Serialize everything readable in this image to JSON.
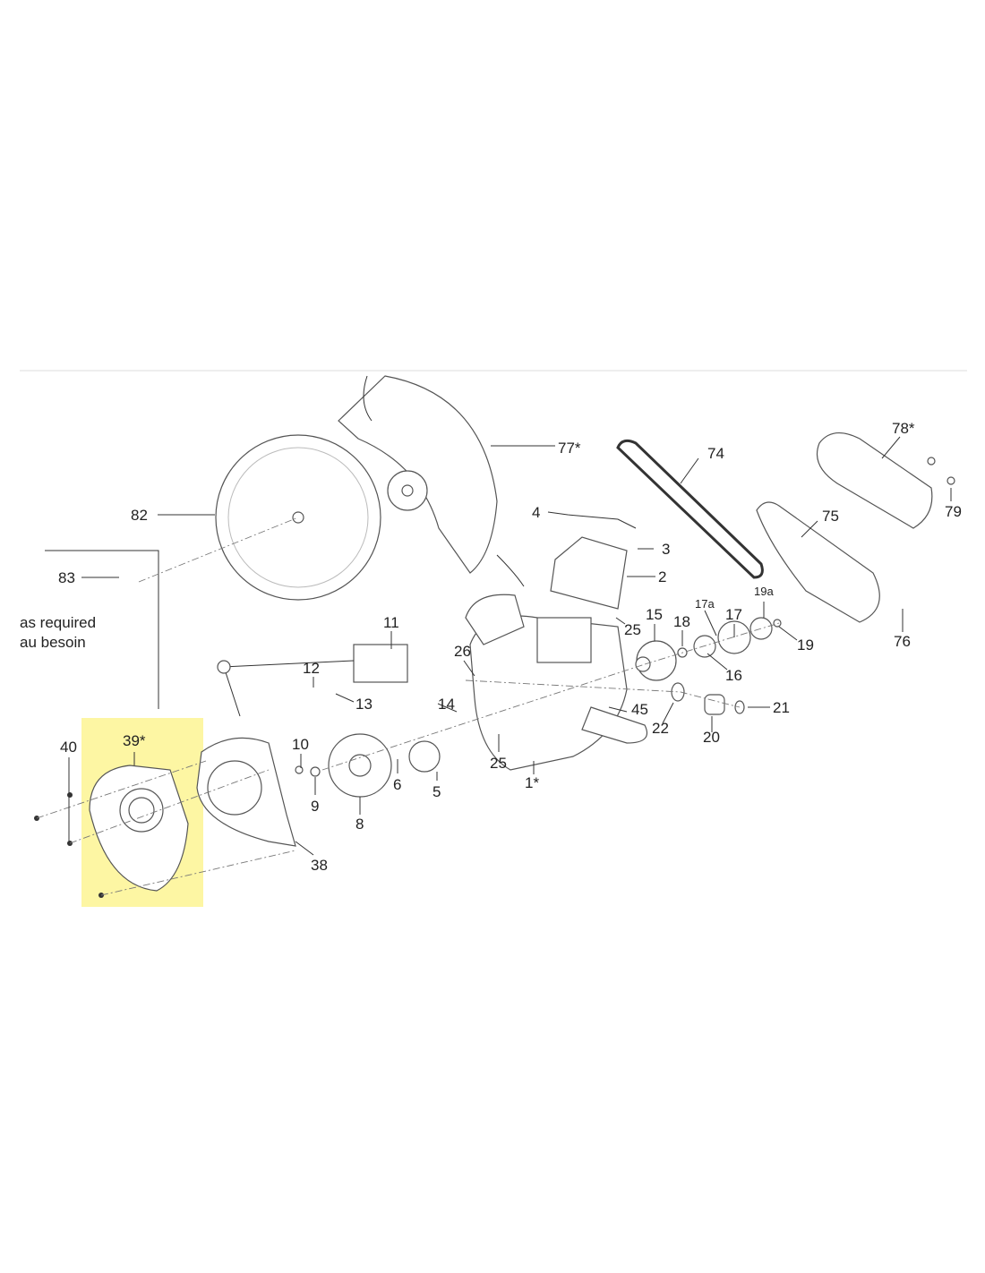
{
  "highlight_color": "#fdf6a3",
  "note": {
    "line1": "as required",
    "line2": "au besoin"
  },
  "callouts": {
    "c77": "77*",
    "c74": "74",
    "c78": "78*",
    "c79": "79",
    "c82": "82",
    "c4": "4",
    "c3": "3",
    "c2": "2",
    "c75": "75",
    "c83": "83",
    "c11": "11",
    "c25a": "25",
    "c15": "15",
    "c18": "18",
    "c17": "17",
    "c17a": "17a",
    "c19a": "19a",
    "c19": "19",
    "c76": "76",
    "c26": "26",
    "c16": "16",
    "c12": "12",
    "c13": "13",
    "c14": "14",
    "c45": "45",
    "c22": "22",
    "c20": "20",
    "c21": "21",
    "c10": "10",
    "c40": "40",
    "c39": "39*",
    "c9": "9",
    "c6": "6",
    "c5": "5",
    "c25b": "25",
    "c1": "1*",
    "c8": "8",
    "c38": "38"
  }
}
